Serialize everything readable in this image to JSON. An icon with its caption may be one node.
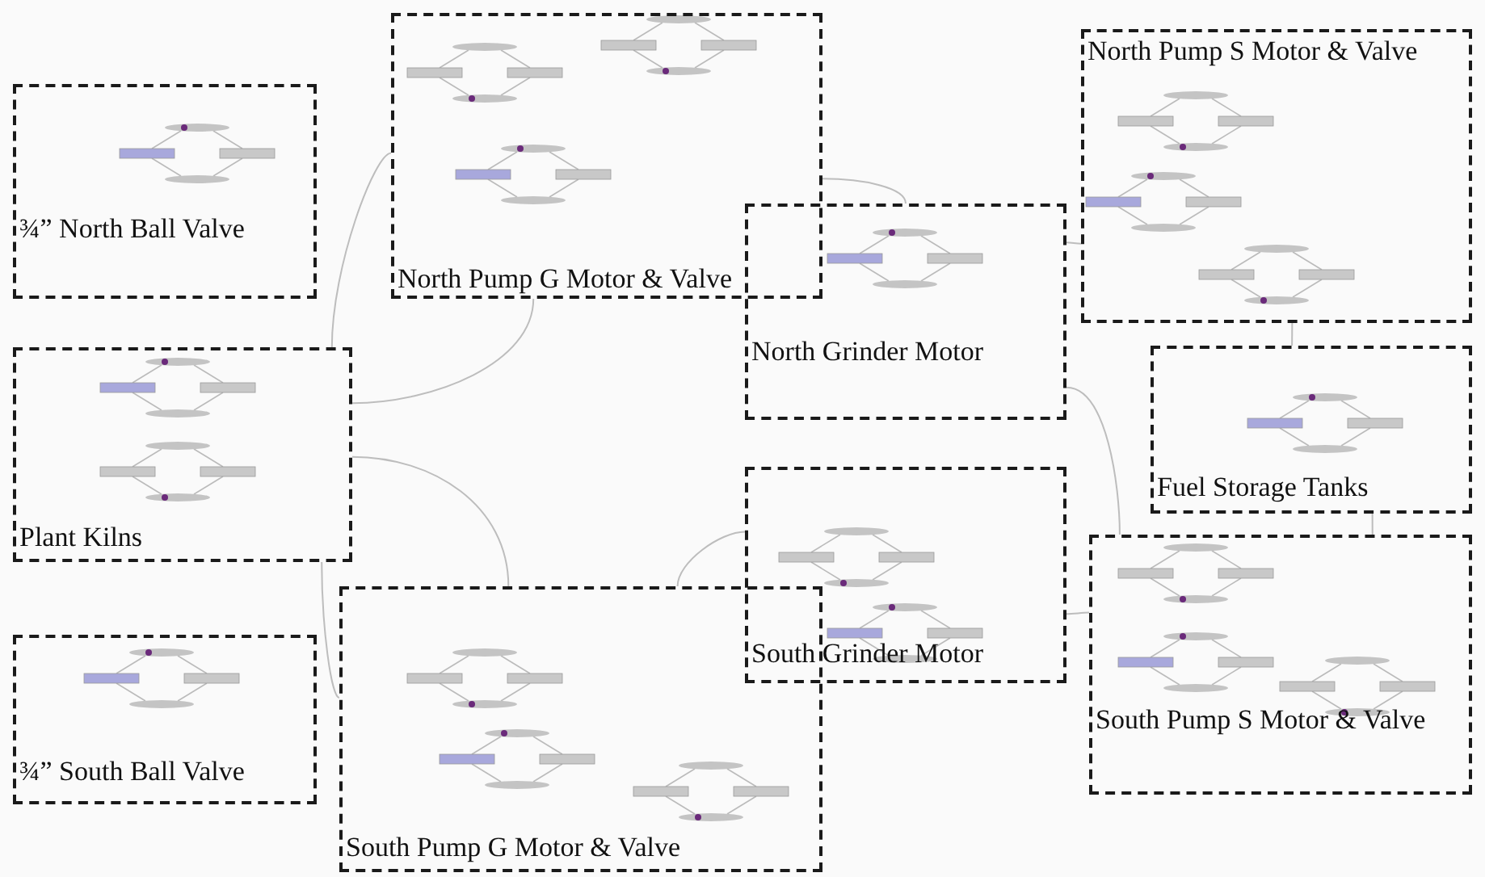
{
  "diagram": {
    "nodes": [
      {
        "text": [
          "¾” North Ball Valve"
        ]
      },
      {
        "text": [
          "North Pump G Motor & Valve"
        ]
      },
      {
        "text": [
          "North Grinder Motor"
        ]
      },
      {
        "text": [
          "North Pump S Motor & Valve"
        ]
      },
      {
        "text": [
          "Plant Kilns"
        ]
      },
      {
        "text": [
          "Fuel Storage Tanks"
        ]
      },
      {
        "text": [
          "South Grinder Motor"
        ]
      },
      {
        "text": [
          "South Pump S Motor & Valve"
        ]
      },
      {
        "text": [
          "¾” South Ball Valve"
        ]
      },
      {
        "text": [
          "South Pump G Motor & Valve"
        ]
      }
    ],
    "edges": [
      {
        "from": 4,
        "to": 1,
        "arrow": "none"
      },
      {
        "from": 4,
        "to": 1,
        "arrow": "none"
      },
      {
        "from": 4,
        "to": 9,
        "arrow": "none"
      },
      {
        "from": 4,
        "to": 9,
        "arrow": "none"
      },
      {
        "from": 1,
        "to": 2,
        "arrow": "none"
      },
      {
        "from": 2,
        "to": 3,
        "arrow": "none"
      },
      {
        "from": 3,
        "to": 5,
        "arrow": "none"
      },
      {
        "from": 5,
        "to": 7,
        "arrow": "none"
      },
      {
        "from": 6,
        "to": 7,
        "arrow": "none"
      },
      {
        "from": 9,
        "to": 6,
        "arrow": "none"
      },
      {
        "from": 2,
        "to": 7,
        "arrow": "none"
      }
    ]
  }
}
